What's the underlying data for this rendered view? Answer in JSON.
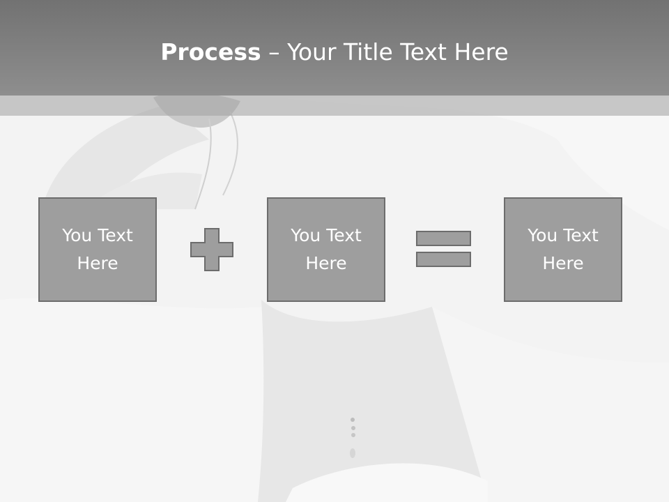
{
  "slide": {
    "title_bold": "Process",
    "title_dash": " – ",
    "title_rest": "Your Title Text Here"
  },
  "boxes": [
    {
      "label": "You Text Here"
    },
    {
      "label": "You Text Here"
    },
    {
      "label": "You Text Here"
    }
  ],
  "operators": [
    {
      "icon": "plus-icon"
    },
    {
      "icon": "equals-icon"
    }
  ],
  "colors": {
    "title_bar": "#7f7f7f",
    "box_fill": "#9e9e9e",
    "box_border": "#6c6c6c",
    "text": "#ffffff"
  }
}
